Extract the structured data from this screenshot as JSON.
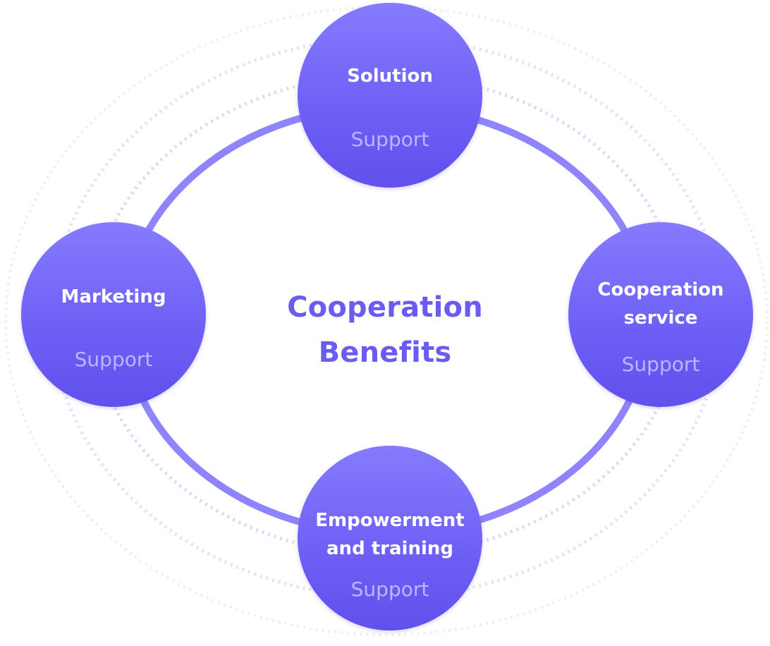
{
  "title": {
    "line1": "Cooperation",
    "line2": "Benefits"
  },
  "nodes": {
    "solution": {
      "label_lines": [
        "Solution"
      ],
      "sub": "Support"
    },
    "marketing": {
      "label_lines": [
        "Marketing"
      ],
      "sub": "Support"
    },
    "cooperation_service": {
      "label_lines": [
        "Cooperation",
        "service"
      ],
      "sub": "Support"
    },
    "empowerment": {
      "label_lines": [
        "Empowerment",
        "and training"
      ],
      "sub": "Support"
    }
  },
  "colors": {
    "title": "#6a5cf0",
    "node_top": "#857bfd",
    "node_bottom": "#6150ec",
    "node_label": "#ffffff",
    "node_sub": "#bdb6ff",
    "ring": "#8f84fb",
    "dotted_ring": "#e4e1fc"
  }
}
